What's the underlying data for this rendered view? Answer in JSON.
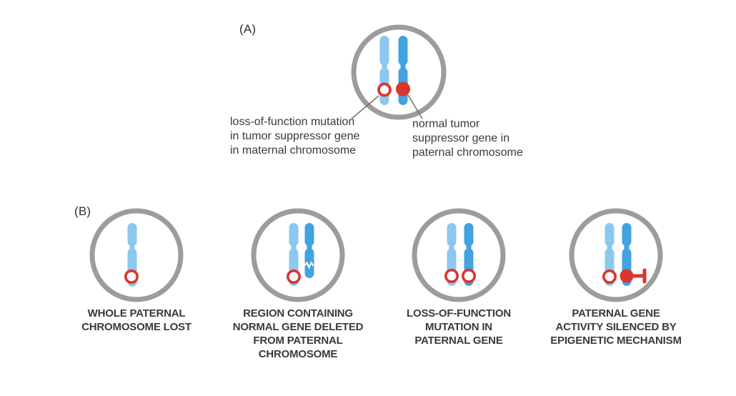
{
  "figure": {
    "colors": {
      "maternal_chromosome_blue": "#8CC7EE",
      "paternal_chromosome_blue": "#41A3E0",
      "mutation_marker_red": "#D8362F",
      "cell_outline_gray": "#9C9C9C",
      "connector_line_gray": "#6E6E6E",
      "text_gray": "#3A3A3A"
    },
    "panel_a": {
      "label": "(A)",
      "caption_left_lines": [
        "loss-of-function mutation",
        "in tumor suppressor gene",
        "in maternal chromosome"
      ],
      "caption_right_lines": [
        "normal tumor",
        "suppressor gene in",
        "paternal chromosome"
      ]
    },
    "panel_b": {
      "label": "(B)",
      "cells": [
        {
          "caption_lines": [
            "WHOLE PATERNAL",
            "CHROMOSOME LOST"
          ]
        },
        {
          "caption_lines": [
            "REGION CONTAINING",
            "NORMAL GENE DELETED",
            "FROM PATERNAL",
            "CHROMOSOME"
          ]
        },
        {
          "caption_lines": [
            "LOSS-OF-FUNCTION",
            "MUTATION IN",
            "PATERNAL GENE"
          ]
        },
        {
          "caption_lines": [
            "PATERNAL GENE",
            "ACTIVITY SILENCED BY",
            "EPIGENETIC MECHANISM"
          ]
        }
      ]
    }
  }
}
